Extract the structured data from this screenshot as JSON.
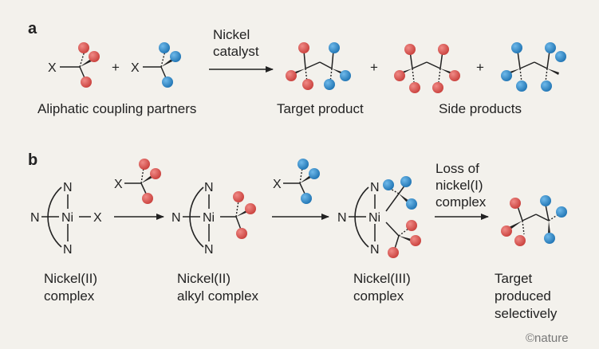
{
  "panel_labels": {
    "a": "a",
    "b": "b"
  },
  "colors": {
    "red_ball": "#d9534f",
    "blue_ball": "#2f8fce",
    "background": "#f3f1ec"
  },
  "panel_a": {
    "x_label": "X",
    "plus": "+",
    "arrow_label_line1": "Nickel",
    "arrow_label_line2": "catalyst",
    "caption_partners": "Aliphatic coupling partners",
    "caption_target": "Target product",
    "caption_side": "Side products"
  },
  "panel_b": {
    "atom_N": "N",
    "atom_Ni": "Ni",
    "atom_X": "X",
    "complex1_line1": "Nickel(II)",
    "complex1_line2": "complex",
    "complex2_line1": "Nickel(II)",
    "complex2_line2": "alkyl complex",
    "complex3_line1": "Nickel(III)",
    "complex3_line2": "complex",
    "loss_line1": "Loss of",
    "loss_line2": "nickel(I)",
    "loss_line3": "complex",
    "product_line1": "Target",
    "product_line2": "produced",
    "product_line3": "selectively"
  },
  "credit": "©nature"
}
